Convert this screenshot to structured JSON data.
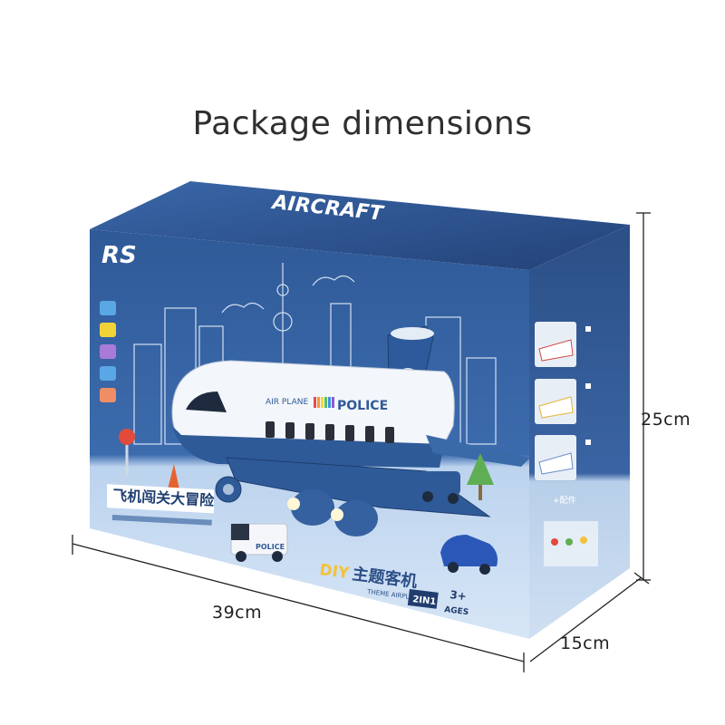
{
  "title": "Package dimensions",
  "dimensions": {
    "width": "39cm",
    "height": "25cm",
    "depth": "15cm"
  },
  "box_text": {
    "top_banner": "AIRCRAFT",
    "brand": "RS",
    "fuselage_left": "AIR PLANE",
    "fuselage_badge": "POLICE",
    "car_label": "POLICE",
    "chinese_title": "飞机闯关大冒险",
    "diy_prefix": "DIY",
    "diy_title": "主题客机",
    "diy_sub": "THEME AIRPLANE",
    "two_in_one": "2IN1",
    "ages": "3+",
    "ages_sub": "AGES",
    "accessories": "+配件"
  },
  "colors": {
    "box_blue": "#2f5a98",
    "box_dark": "#213d6e",
    "box_light": "#c6daf1",
    "accent_yellow": "#f4c23a"
  }
}
